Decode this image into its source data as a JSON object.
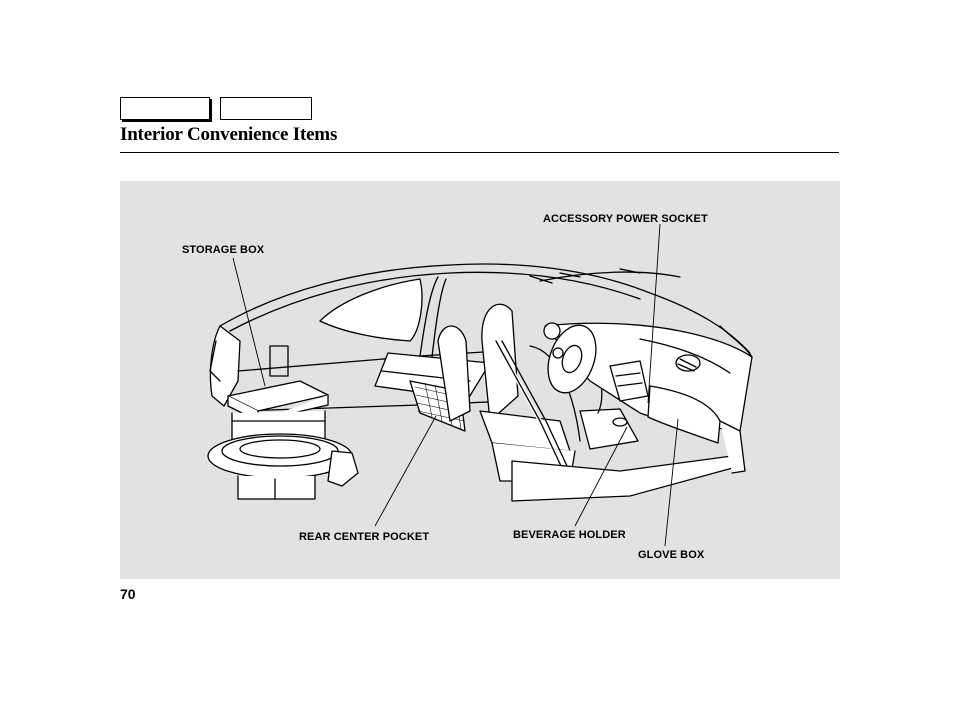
{
  "page": {
    "title": "Interior Convenience Items",
    "number": "70"
  },
  "tabs": [
    {
      "label": ""
    },
    {
      "label": ""
    }
  ],
  "figure": {
    "callouts": {
      "storage_box": "STORAGE BOX",
      "accessory_power_socket": "ACCESSORY POWER SOCKET",
      "rear_center_pocket": "REAR CENTER POCKET",
      "beverage_holder": "BEVERAGE HOLDER",
      "glove_box": "GLOVE BOX"
    }
  }
}
